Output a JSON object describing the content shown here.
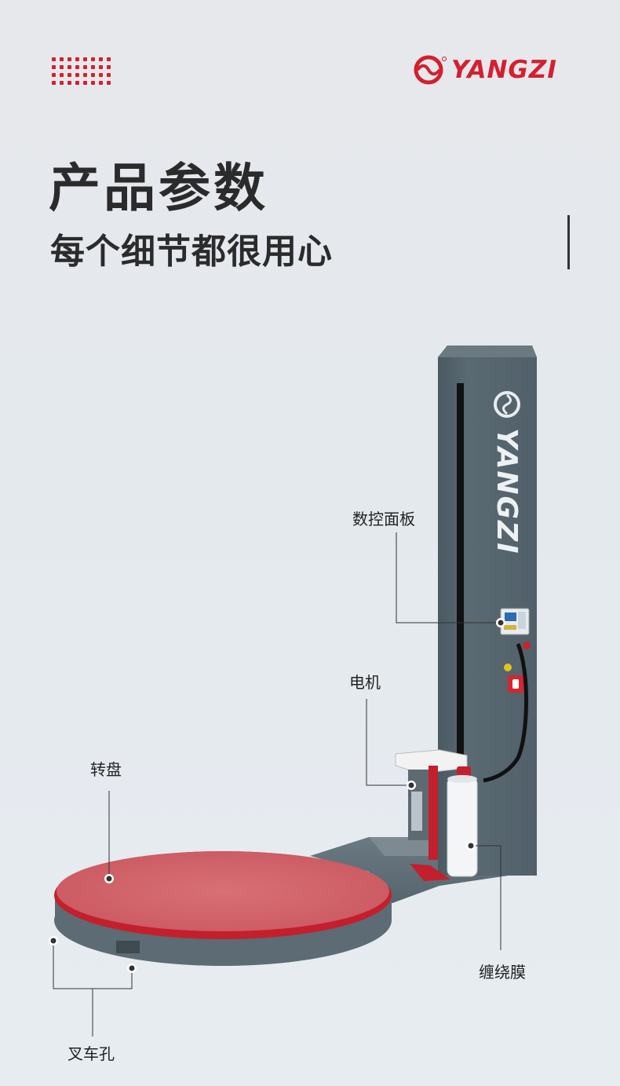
{
  "brand": {
    "name": "YANGZI",
    "color": "#d3202f"
  },
  "header": {
    "title": "产品参数",
    "subtitle": "每个细节都很用心"
  },
  "machine": {
    "column_brand": "YANGZI"
  },
  "callouts": {
    "control_panel": "数控面板",
    "motor": "电机",
    "turntable": "转盘",
    "stretch_film": "缠绕膜",
    "forklift_holes": "叉车孔"
  },
  "icons": [
    "dot-grid-icon",
    "yangzi-logo-icon"
  ]
}
